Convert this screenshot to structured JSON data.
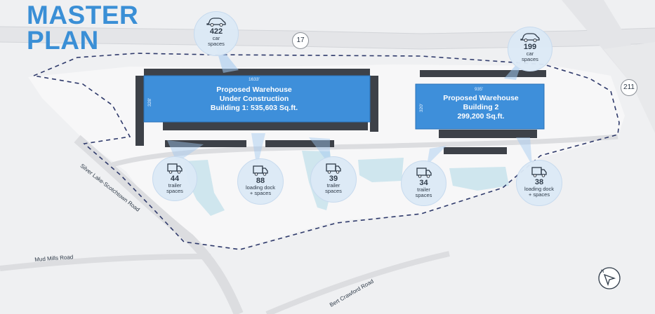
{
  "title": {
    "line1": "MASTER",
    "line2": "PLAN"
  },
  "routes": {
    "route_17": "17",
    "route_211": "211"
  },
  "roads": {
    "silver_lake": "Silver Lake-Scotchtown Road",
    "mud_mills": "Mud Mills Road",
    "bert_crawford": "Bert Crawford Road"
  },
  "building1": {
    "line1": "Proposed Warehouse",
    "line2": "Under Construction",
    "line3": "Building 1: 535,603 Sq.ft.",
    "width_dim": "1633'",
    "depth_dim": "328'"
  },
  "building2": {
    "line1": "Proposed Warehouse",
    "line2": "Building 2",
    "line3": "299,200 Sq.ft.",
    "width_dim": "935'",
    "depth_dim": "320'"
  },
  "callouts": {
    "car_b1": {
      "number": "422",
      "label1": "car",
      "label2": "spaces",
      "icon": "car-icon"
    },
    "car_b2": {
      "number": "199",
      "label1": "car",
      "label2": "spaces",
      "icon": "car-icon"
    },
    "trailer_44": {
      "number": "44",
      "label1": "trailer",
      "label2": "spaces",
      "icon": "truck-icon"
    },
    "dock_88": {
      "number": "88",
      "label1": "loading dock",
      "label2": "+ spaces",
      "icon": "truck-icon"
    },
    "trailer_39": {
      "number": "39",
      "label1": "trailer",
      "label2": "spaces",
      "icon": "truck-icon"
    },
    "trailer_34": {
      "number": "34",
      "label1": "trailer",
      "label2": "spaces",
      "icon": "truck-icon"
    },
    "dock_38": {
      "number": "38",
      "label1": "loading dock",
      "label2": "+ spaces",
      "icon": "truck-icon"
    }
  },
  "colors": {
    "accent": "#3a8fd6",
    "building": "#3e8fda",
    "water": "#cfe6ee",
    "parking": "#3d4148",
    "boundary": "#2f3a6b"
  }
}
